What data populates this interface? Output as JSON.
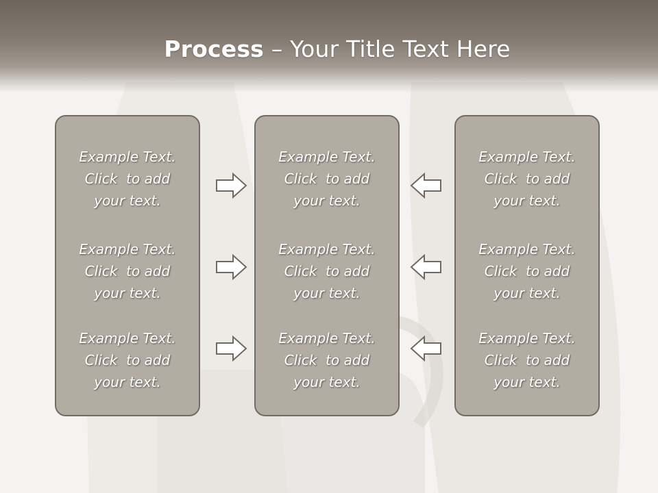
{
  "title": {
    "bold": "Process",
    "rest": " – Your Title Text Here"
  },
  "panels": [
    {
      "items": [
        {
          "line1": "Example Text.",
          "line2": "Click  to add",
          "line3": "your text."
        },
        {
          "line1": "Example Text.",
          "line2": "Click  to add",
          "line3": "your text."
        },
        {
          "line1": "Example Text.",
          "line2": "Click  to add",
          "line3": "your text."
        }
      ]
    },
    {
      "items": [
        {
          "line1": "Example Text.",
          "line2": "Click  to add",
          "line3": "your text."
        },
        {
          "line1": "Example Text.",
          "line2": "Click  to add",
          "line3": "your text."
        },
        {
          "line1": "Example Text.",
          "line2": "Click  to add",
          "line3": "your text."
        }
      ]
    },
    {
      "items": [
        {
          "line1": "Example Text.",
          "line2": "Click  to add",
          "line3": "your text."
        },
        {
          "line1": "Example Text.",
          "line2": "Click  to add",
          "line3": "your text."
        },
        {
          "line1": "Example Text.",
          "line2": "Click  to add",
          "line3": "your text."
        }
      ]
    }
  ],
  "arrows": {
    "left_group": "arrow-right-icon",
    "right_group": "arrow-left-icon"
  },
  "colors": {
    "header": "#7a7167",
    "panel_fill": "#b3aca2",
    "panel_border": "#716b64",
    "arrow_stroke": "#6f6962",
    "background": "#f4f3f1"
  }
}
